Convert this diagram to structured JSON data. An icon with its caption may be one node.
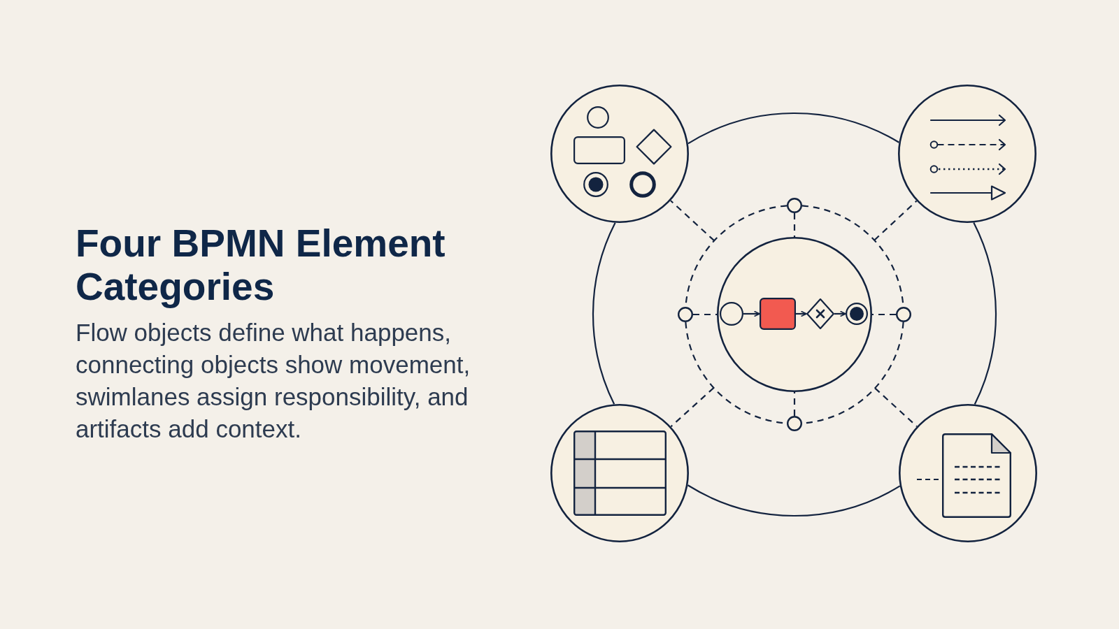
{
  "diagram": {
    "title": "Four BPMN Element Categories",
    "caption": "Flow objects define what happens, connecting objects show movement, swimlanes assign responsibility, and artifacts add context.",
    "nodes": [
      {
        "text": [],
        "shape": "circle"
      },
      {
        "text": [],
        "shape": "circle"
      },
      {
        "text": [],
        "shape": "circle"
      },
      {
        "text": [],
        "shape": "circle"
      },
      {
        "text": [],
        "shape": "circle"
      },
      {
        "text": [],
        "shape": "circle",
        "in": 4
      },
      {
        "text": [],
        "shape": "box",
        "in": 4
      },
      {
        "text": [],
        "shape": "diamond",
        "in": 4
      },
      {
        "text": [],
        "shape": "circle",
        "in": 4
      },
      {
        "text": [],
        "shape": "circle"
      },
      {
        "text": [],
        "shape": "circle"
      },
      {
        "text": [],
        "shape": "circle"
      },
      {
        "text": [],
        "shape": "circle"
      }
    ],
    "edges": [
      {
        "from": 0,
        "to": 1,
        "arrow": "none"
      },
      {
        "from": 0,
        "to": 11,
        "arrow": "none"
      },
      {
        "from": 1,
        "to": 12,
        "arrow": "none"
      },
      {
        "from": 11,
        "to": 12,
        "arrow": "none"
      },
      {
        "from": null,
        "to": 0,
        "arrow": "none",
        "style": "dashed"
      },
      {
        "from": null,
        "to": 1,
        "arrow": "none",
        "style": "dashed"
      },
      {
        "from": null,
        "to": 11,
        "arrow": "none",
        "style": "dashed"
      },
      {
        "from": null,
        "to": 12,
        "arrow": "none",
        "style": "dashed"
      },
      {
        "from": 2,
        "to": 3,
        "arrow": "none",
        "style": "dashed"
      },
      {
        "from": 2,
        "to": 9,
        "arrow": "none",
        "style": "dashed"
      },
      {
        "from": 3,
        "to": 10,
        "arrow": "none",
        "style": "dashed"
      },
      {
        "from": 9,
        "to": 10,
        "arrow": "none",
        "style": "dashed"
      },
      {
        "from": 2,
        "to": 4,
        "arrow": "none",
        "style": "dashed"
      },
      {
        "from": 3,
        "to": 4,
        "arrow": "none",
        "style": "dashed"
      },
      {
        "from": 9,
        "to": 4,
        "arrow": "none",
        "style": "dashed"
      },
      {
        "from": 10,
        "to": 4,
        "arrow": "none",
        "style": "dashed"
      },
      {
        "from": 5,
        "to": 6,
        "arrow": "to"
      },
      {
        "from": 6,
        "to": 7,
        "arrow": "to"
      },
      {
        "from": 7,
        "to": 8,
        "arrow": "to"
      }
    ]
  }
}
